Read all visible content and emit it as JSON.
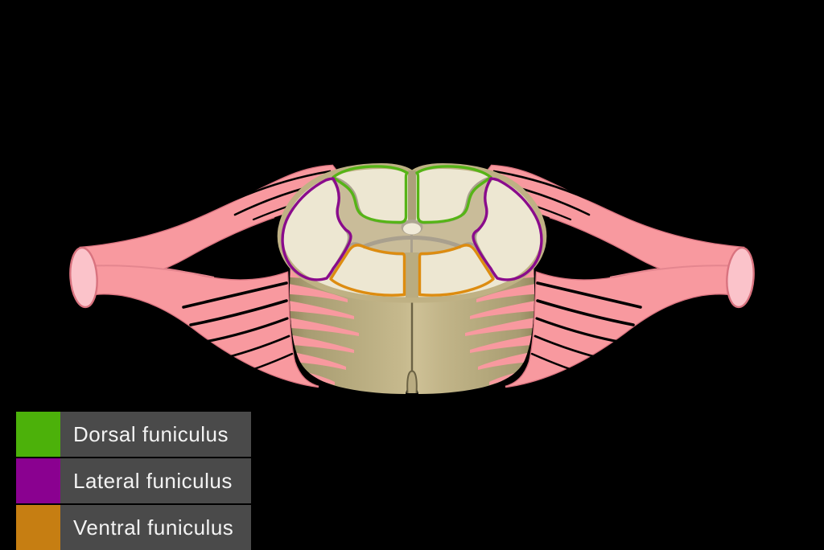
{
  "legend": {
    "items": [
      {
        "label": "Dorsal funiculus",
        "color": "#4CB10A"
      },
      {
        "label": "Lateral funiculus",
        "color": "#8A0190"
      },
      {
        "label": "Ventral funiculus",
        "color": "#C67E12"
      }
    ],
    "panel_color": "#4A4A4A",
    "text_color": "#F3F3F3"
  },
  "figure": {
    "background_color": "#000000",
    "outline_colors": {
      "dorsal": "#56B417",
      "lateral": "#8A0B8C",
      "ventral": "#DD8C10"
    },
    "nerve_color": "#F8999F",
    "nerve_cut_end_color": "#FBC3CA",
    "white_matter_color": "#EDE7D2",
    "gray_matter_color": "#C9BC99",
    "cord_surface_color": "#BFB184"
  }
}
